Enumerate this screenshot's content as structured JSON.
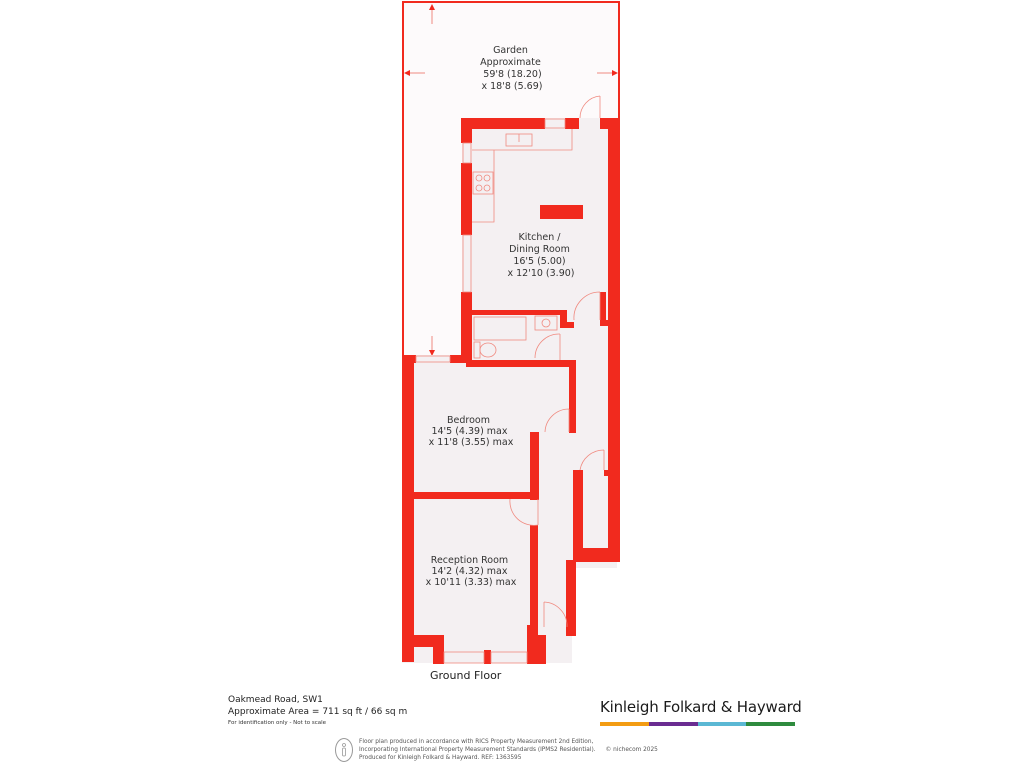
{
  "colors": {
    "wall": "#f12a1e",
    "floor": "#f4f0f2",
    "fixture_line": "#f08a80",
    "text": "#333333"
  },
  "rooms": [
    {
      "name": "Garden",
      "line1": "Garden",
      "line2": "Approximate",
      "line3": "59'8 (18.20)",
      "line4": "x 18'8 (5.69)"
    },
    {
      "name": "Kitchen / Dining Room",
      "line1": "Kitchen /",
      "line2": "Dining Room",
      "line3": "16'5 (5.00)",
      "line4": "x 12'10 (3.90)"
    },
    {
      "name": "Bedroom",
      "line1": "Bedroom",
      "line2": "14'5 (4.39) max",
      "line3": "x 11'8 (3.55) max"
    },
    {
      "name": "Reception Room",
      "line1": "Reception Room",
      "line2": "14'2 (4.32) max",
      "line3": "x 10'11 (3.33) max"
    }
  ],
  "floor_label": "Ground Floor",
  "property": {
    "address": "Oakmead Road, SW1",
    "area": "Approximate Area = 711 sq ft / 66 sq m",
    "disclaimer": "For identification only - Not to scale"
  },
  "brand": {
    "name": "Kinleigh Folkard & Hayward",
    "bar_colors": [
      "#f39c12",
      "#6a2c91",
      "#5bb8d4",
      "#2e8b3e"
    ]
  },
  "footer": {
    "line1": "Floor plan produced in accordance with RICS Property Measurement 2nd Edition,",
    "line2": "Incorporating International Property Measurement Standards (IPMS2 Residential).",
    "line3": "Produced for Kinleigh Folkard & Hayward.   REF: 1363595",
    "copyright": "© nichecom 2025",
    "icon": "person-info-icon"
  }
}
